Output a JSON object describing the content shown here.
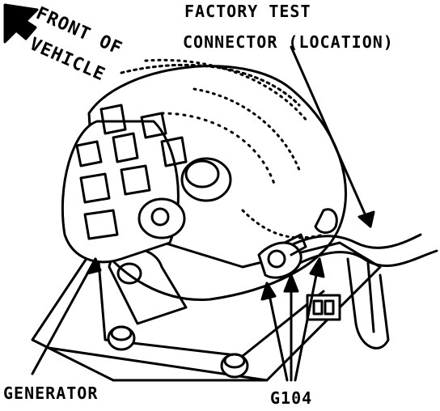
{
  "labels": {
    "front_of_vehicle_line1": "FRONT OF",
    "front_of_vehicle_line2": "VEHICLE",
    "factory_test_line1": "FACTORY TEST",
    "factory_test_line2": "CONNECTOR (LOCATION)",
    "generator": "GENERATOR",
    "ground": "G104"
  },
  "colors": {
    "ink": "#000000",
    "paper": "#ffffff"
  }
}
